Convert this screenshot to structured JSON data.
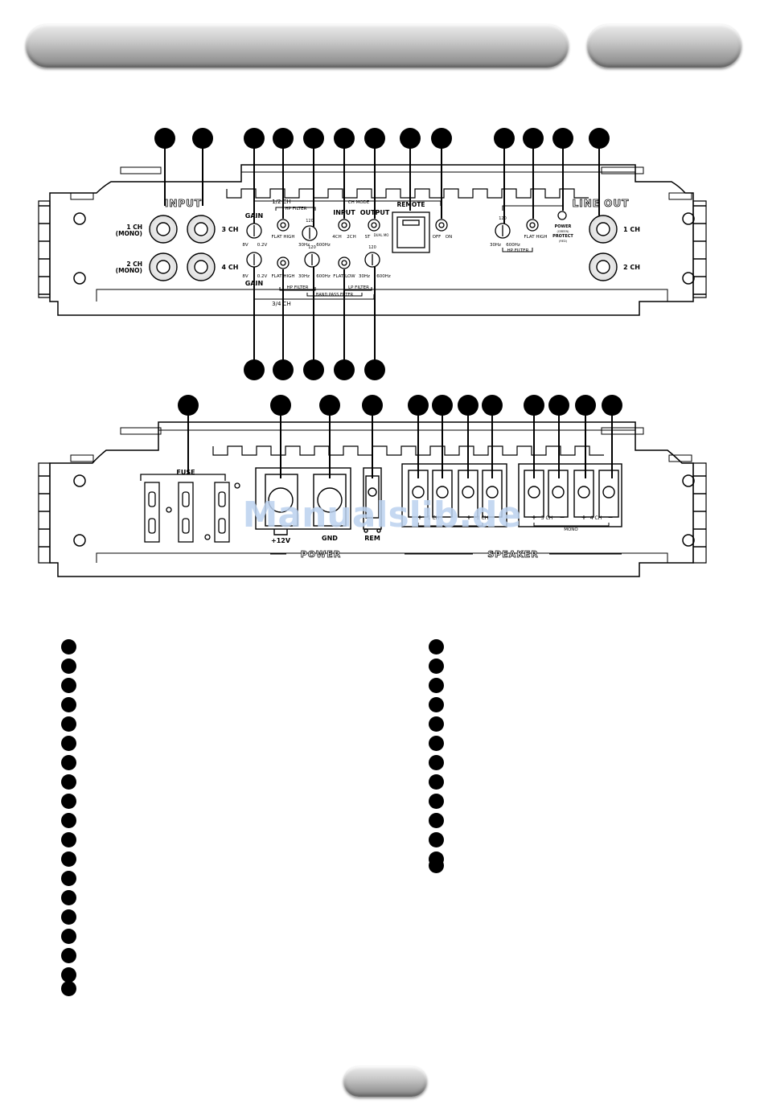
{
  "front_panel": {
    "input_title": "INPUT",
    "line_out_title": "LINE OUT",
    "ch12": "1/2 CH",
    "ch34": "3/4 CH",
    "in_1ch": "1 CH",
    "in_1ch_mono": "(MONO)",
    "in_2ch": "2 CH",
    "in_2ch_mono": "(MONO)",
    "gain_top": "GAIN",
    "gain_bottom": "GAIN",
    "ch3": "3 CH",
    "ch4": "4 CH",
    "gain_min_top": "8V",
    "gain_max_top": "0.2V",
    "gain_min_bottom": "8V",
    "gain_max_bottom": "0.2V",
    "hp_filter": "HP FILTER",
    "flat_high_1": "FLAT HIGH",
    "flat_high_2": "FLAT HIGH",
    "flat_high_3": "FLAT HIGH",
    "flat_low": "FLAT LOW",
    "freq_120_a": "120",
    "freq_120_b": "120",
    "freq_120_c": "120",
    "freq_120_d": "120",
    "freq_30_a": "30Hz",
    "freq_600_a": "600Hz",
    "freq_30_b": "30Hz",
    "freq_600_b": "600Hz",
    "freq_30_c": "30Hz",
    "freq_600_c": "600Hz",
    "freq_30_d": "30Hz",
    "freq_600_d": "600Hz",
    "ch_mode": "CH MODE",
    "input_switch": "INPUT",
    "input_4ch": "4CH",
    "input_2ch": "2CH",
    "output_switch": "OUTPUT",
    "output_st": "ST",
    "output_dual": "DUAL MO",
    "remote": "REMOTE",
    "remote_off": "OFF",
    "remote_on": "ON",
    "hp_filter_2": "HP FILTER",
    "hp_filter_3": "HP FILTER",
    "lp_filter": "LP FILTER",
    "band_pass": "BAND PASS FILTER",
    "power": "POWER",
    "power_sub": "(GREEN)",
    "protect": "PROTECT",
    "protect_sub": "(RED)",
    "out_1ch": "1 CH",
    "out_2ch": "2 CH"
  },
  "rear_panel": {
    "fuse": "FUSE",
    "v12": "+12V",
    "gnd": "GND",
    "rem": "REM",
    "power": "POWER",
    "speaker": "SPEAKER",
    "plus": "+",
    "minus": "−",
    "ch1": "1 CH",
    "ch2": "2 CH",
    "ch3": "3 CH",
    "ch4": "4 CH",
    "mono": "MONO"
  },
  "watermark": "Manualslib.de",
  "colors": {
    "watermark": "#bcd2ef",
    "line": "#000000"
  }
}
